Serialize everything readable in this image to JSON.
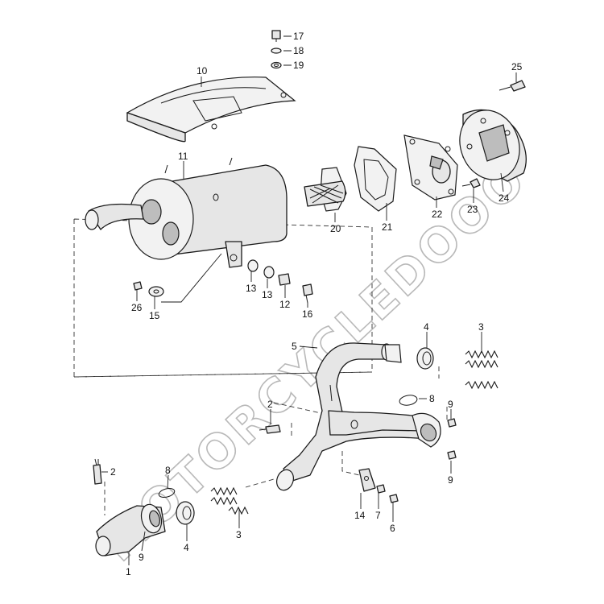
{
  "watermark": "MOTORCYCLEDOOO",
  "callouts": {
    "c1": "1",
    "c2a": "2",
    "c2b": "2",
    "c3a": "3",
    "c3b": "3",
    "c4a": "4",
    "c4b": "4",
    "c5": "5",
    "c6": "6",
    "c7": "7",
    "c8a": "8",
    "c8b": "8",
    "c9a": "9",
    "c9b": "9",
    "c9c": "9",
    "c10": "10",
    "c11": "11",
    "c12": "12",
    "c13a": "13",
    "c13b": "13",
    "c14": "14",
    "c15": "15",
    "c16": "16",
    "c17": "17",
    "c18": "18",
    "c19": "19",
    "c20": "20",
    "c21": "21",
    "c22": "22",
    "c23": "23",
    "c24": "24",
    "c25": "25",
    "c26": "26"
  }
}
